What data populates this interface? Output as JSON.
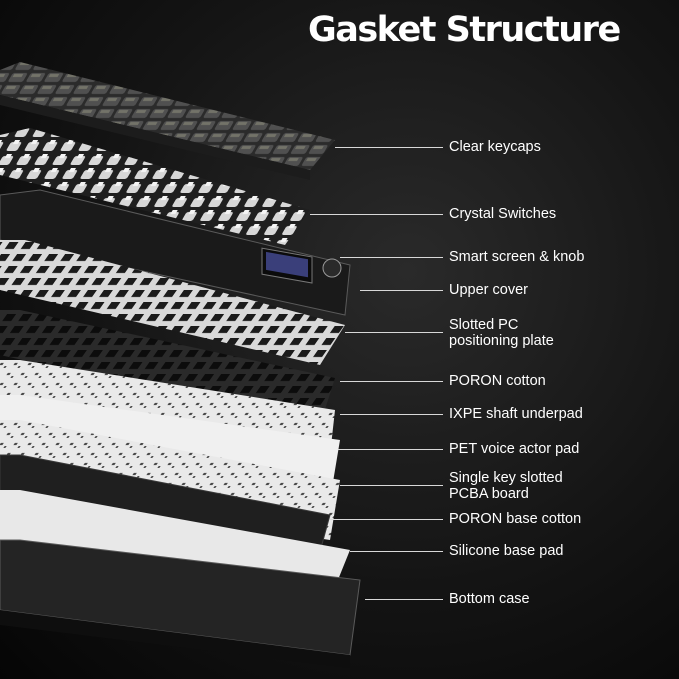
{
  "title": "Gasket Structure",
  "colors": {
    "background": "#141414",
    "label_text": "#ffffff",
    "leader_line": "#d8d8d8"
  },
  "layers": [
    {
      "label": "Clear keycaps"
    },
    {
      "label": "Crystal Switches"
    },
    {
      "label": "Smart screen & knob"
    },
    {
      "label": "Upper cover"
    },
    {
      "label": "Slotted PC\npositioning plate"
    },
    {
      "label": "PORON cotton"
    },
    {
      "label": "IXPE shaft underpad"
    },
    {
      "label": "PET voice actor pad"
    },
    {
      "label": "Single key slotted\nPCBA board"
    },
    {
      "label": "PORON base cotton"
    },
    {
      "label": "Silicone base pad"
    },
    {
      "label": "Bottom case"
    }
  ]
}
